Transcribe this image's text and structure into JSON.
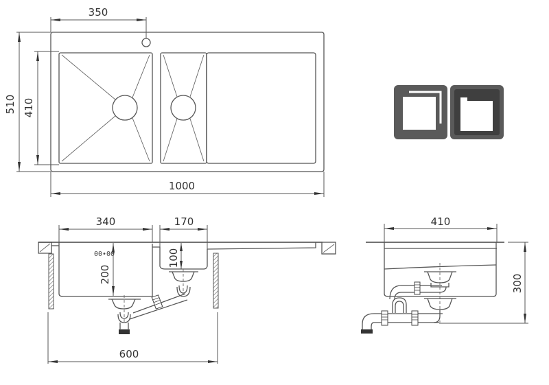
{
  "drawing": {
    "subject": "Stainless steel double-bowl sink with drainboard",
    "colors": {
      "line": "#555555",
      "text": "#333333",
      "swatch_dark": "#5a5a5a",
      "swatch_inner": "#3f3f3f",
      "background": "#ffffff"
    },
    "top_view": {
      "dimensions": {
        "tap_hole_offset": "350",
        "overall_depth": "510",
        "bowl_depth": "410",
        "overall_width": "1000"
      }
    },
    "front_section": {
      "dimensions": {
        "large_bowl_width": "340",
        "small_bowl_width": "170",
        "large_bowl_height": "200",
        "small_bowl_height": "100",
        "cabinet_width": "600"
      },
      "overflow_label": "00•00"
    },
    "side_section": {
      "dimensions": {
        "bowl_width": "410",
        "overall_height": "300"
      }
    },
    "swatches": [
      {
        "name": "inset-mount-icon",
        "description": "Flush/inset mounting"
      },
      {
        "name": "undermount-icon",
        "description": "Undermount / overmount"
      }
    ]
  }
}
